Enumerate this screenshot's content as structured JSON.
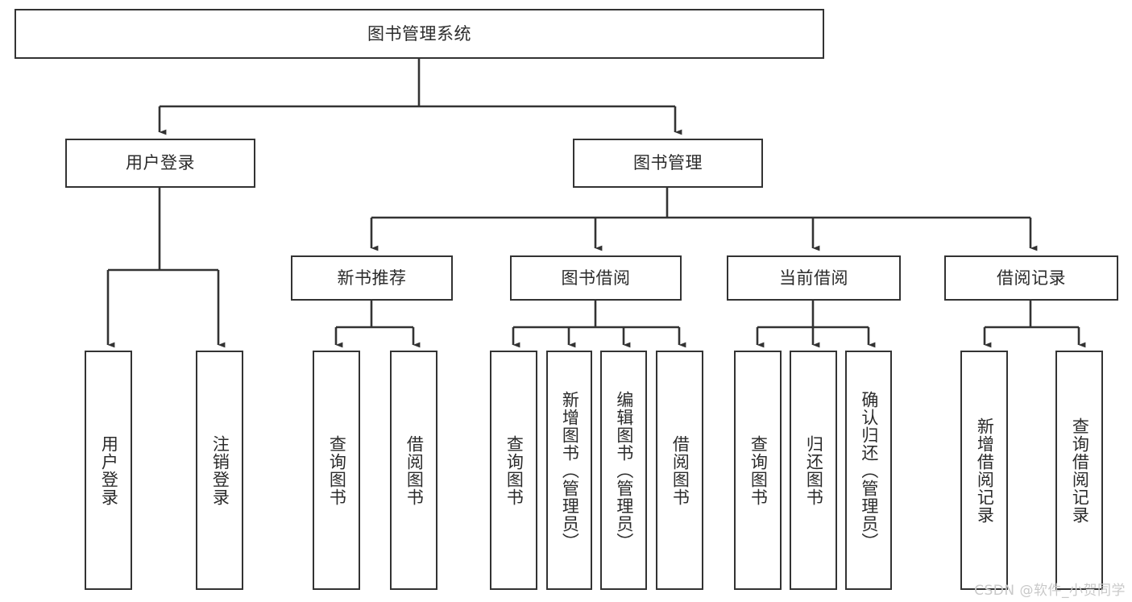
{
  "diagram": {
    "title": "图书管理系统",
    "type": "tree",
    "watermark": "CSDN @软件_小贺同学",
    "colors": {
      "border": "#333333",
      "background": "#ffffff",
      "text": "#2b2b2b",
      "watermark": "#c9c9c9"
    },
    "levels": {
      "root": {
        "label": "图书管理系统"
      },
      "tier2": [
        {
          "id": "user-login",
          "label": "用户登录"
        },
        {
          "id": "book-manage",
          "label": "图书管理"
        }
      ],
      "tier3": [
        {
          "id": "new-book-recommend",
          "label": "新书推荐",
          "parent": "book-manage"
        },
        {
          "id": "book-borrow",
          "label": "图书借阅",
          "parent": "book-manage"
        },
        {
          "id": "current-borrow",
          "label": "当前借阅",
          "parent": "book-manage"
        },
        {
          "id": "borrow-record",
          "label": "借阅记录",
          "parent": "book-manage"
        }
      ],
      "leaves": [
        {
          "id": "leaf-user-login",
          "label": "用户登录",
          "parent": "user-login"
        },
        {
          "id": "leaf-user-logout",
          "label": "注销登录",
          "parent": "user-login"
        },
        {
          "id": "leaf-query-book-1",
          "label": "查询图书",
          "parent": "new-book-recommend"
        },
        {
          "id": "leaf-borrow-book-1",
          "label": "借阅图书",
          "parent": "new-book-recommend"
        },
        {
          "id": "leaf-query-book-2",
          "label": "查询图书",
          "parent": "book-borrow"
        },
        {
          "id": "leaf-add-book",
          "label": "新增图书（管理员）",
          "parent": "book-borrow"
        },
        {
          "id": "leaf-edit-book",
          "label": "编辑图书（管理员）",
          "parent": "book-borrow"
        },
        {
          "id": "leaf-borrow-book-2",
          "label": "借阅图书",
          "parent": "book-borrow"
        },
        {
          "id": "leaf-query-book-3",
          "label": "查询图书",
          "parent": "current-borrow"
        },
        {
          "id": "leaf-return-book",
          "label": "归还图书",
          "parent": "current-borrow"
        },
        {
          "id": "leaf-confirm-return",
          "label": "确认归还（管理员）",
          "parent": "current-borrow"
        },
        {
          "id": "leaf-add-record",
          "label": "新增借阅记录",
          "parent": "borrow-record"
        },
        {
          "id": "leaf-query-record",
          "label": "查询借阅记录",
          "parent": "borrow-record"
        }
      ]
    }
  }
}
